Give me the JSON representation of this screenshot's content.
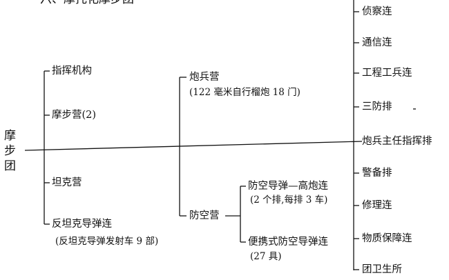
{
  "title": "六、摩托化摩步团",
  "root": [
    "摩",
    "步",
    "团"
  ],
  "left_branches": [
    {
      "label": "指挥机构"
    },
    {
      "label": "摩步营(2)"
    },
    {
      "label": "坦克营"
    },
    {
      "label": "反坦克导弹连",
      "note": "(反坦克导弹发射车 9 部)"
    }
  ],
  "middle_branches": [
    {
      "label": "炮兵营",
      "note": "(122 毫米自行榴炮 18 门)"
    },
    {
      "label": "防空营"
    }
  ],
  "air_defense_units": [
    {
      "label": "防空导弹—高炮连",
      "note": "(2 个排,每排 3 车)"
    },
    {
      "label": "便携式防空导弹连",
      "note": "(27 具)"
    }
  ],
  "right_branches": [
    {
      "label": "侦察连"
    },
    {
      "label": "通信连"
    },
    {
      "label": "工程工兵连"
    },
    {
      "label": "三防排"
    },
    {
      "label": "炮兵主任指挥排"
    },
    {
      "label": "警备排"
    },
    {
      "label": "修理连"
    },
    {
      "label": "物质保障连"
    },
    {
      "label": "团卫生所"
    }
  ]
}
